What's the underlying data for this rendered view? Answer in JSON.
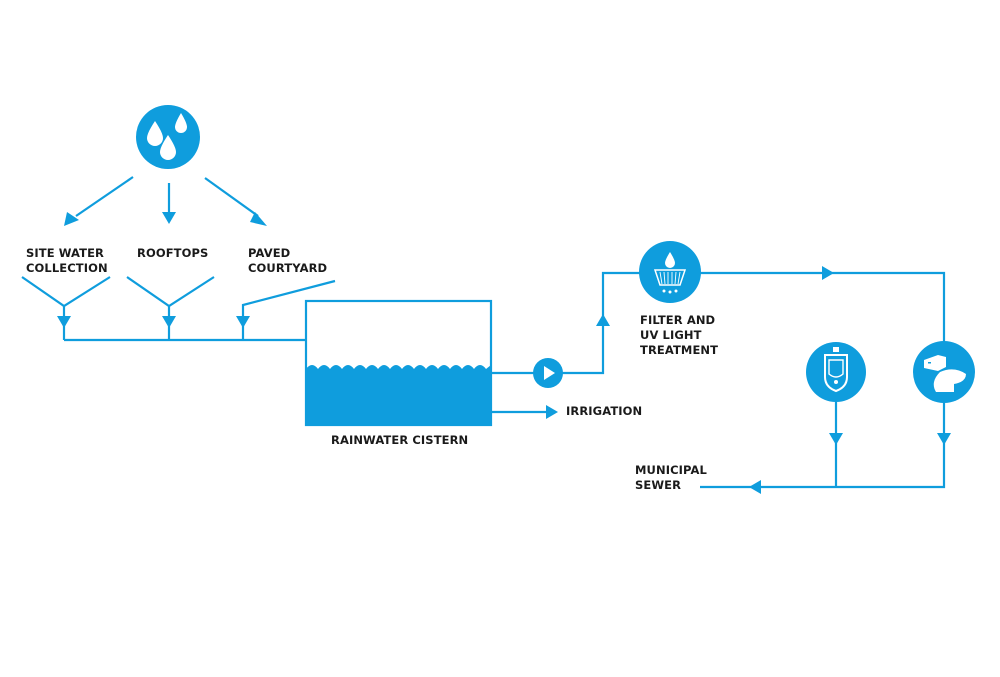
{
  "diagram": {
    "title": "Rainwater harvesting flow",
    "accent_color": "#0f9ddd",
    "text_color": "#1a1a1a",
    "nodes": {
      "rain": {
        "icon": "raindrops-icon"
      },
      "site_water": {
        "label_line1": "SITE WATER",
        "label_line2": "COLLECTION"
      },
      "rooftops": {
        "label_line1": "ROOFTOPS"
      },
      "paved": {
        "label_line1": "PAVED",
        "label_line2": "COURTYARD"
      },
      "cistern": {
        "label": "RAINWATER CISTERN"
      },
      "pump": {
        "icon": "pump-play-icon"
      },
      "irrigation": {
        "label": "IRRIGATION"
      },
      "filter": {
        "icon": "filter-icon",
        "label_line1": "FILTER AND",
        "label_line2": "UV LIGHT",
        "label_line3": "TREATMENT"
      },
      "urinal": {
        "icon": "urinal-icon"
      },
      "toilet": {
        "icon": "toilet-icon"
      },
      "sewer": {
        "label_line1": "MUNICIPAL",
        "label_line2": "SEWER"
      }
    }
  }
}
